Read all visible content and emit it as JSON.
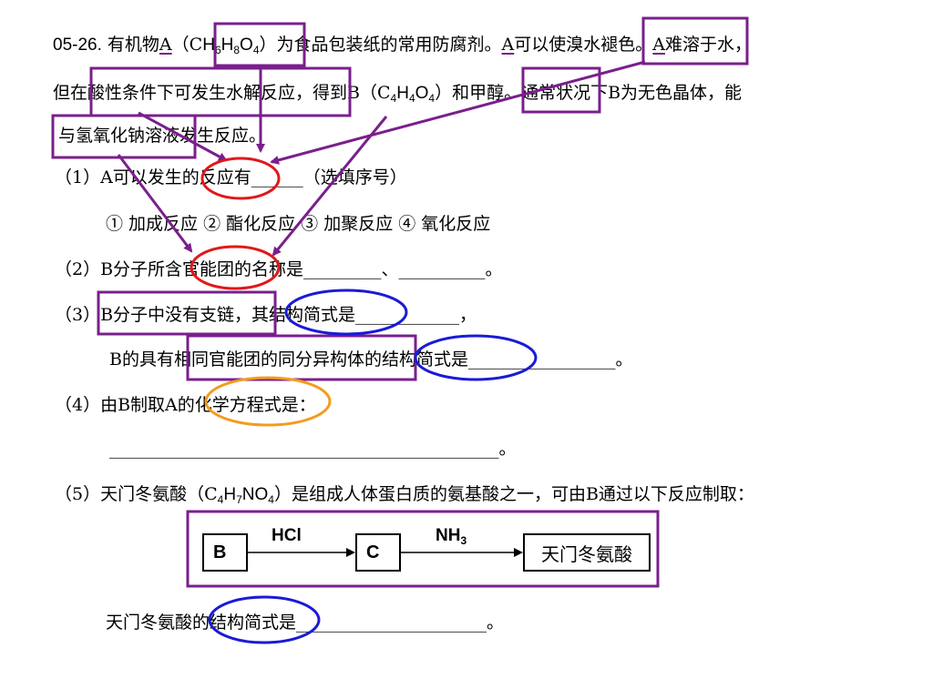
{
  "question": {
    "intro_line1": {
      "num": "05-26.",
      "t1": " 有机物",
      "A": "A",
      "formula": [
        "（C",
        "6",
        "H",
        "8",
        "O",
        "4",
        "）"
      ],
      "t2": "为食品包装纸的常用防腐剂。",
      "A2": "A",
      "t3": "可以使溴水褪色。",
      "A3": "A",
      "t4": "难溶于水，"
    },
    "intro_line2": {
      "t1": "但在酸性条件下可发生水解反应，得到B（C",
      "s1": "4",
      "h": "H",
      "s2": "4",
      "o": "O",
      "s3": "4",
      "t2": "）和甲醇。通常状况下B为无色晶体，能"
    },
    "intro_line3": "与氢氧化钠溶液发生反应。",
    "q1": "（1）A可以发生的反应有______（选填序号）",
    "q1_options": "① 加成反应  ② 酯化反应  ③ 加聚反应   ④ 氧化反应",
    "q2": "（2）B分子所含官能团的名称是_________、__________。",
    "q3": "（3）B分子中没有支链，其结构简式是____________，",
    "q3b": "B的具有相同官能团的同分异构体的结构简式是_________________。",
    "q4": "（4）由B制取A的化学方程式是：",
    "q4_blank": "_____________________________________________。",
    "q5": {
      "t1": "（5）天门冬氨酸（C",
      "s1": "4",
      "h": "H",
      "s2": "7",
      "no": "NO",
      "s3": "4",
      "t2": "）是组成人体蛋白质的氨基酸之一，可由B通过以下反应制取："
    },
    "q5_end": "天门冬氨酸的结构简式是______________________。"
  },
  "reaction_scheme": {
    "b": "B",
    "reagent1": "HCl",
    "c": "C",
    "reagent2": "NH",
    "reagent2_sub": "3",
    "product": "天门冬氨酸"
  },
  "colors": {
    "purple": "#7a1f8c",
    "red": "#e0181b",
    "blue": "#1a1ad6",
    "orange": "#f39c1e"
  }
}
